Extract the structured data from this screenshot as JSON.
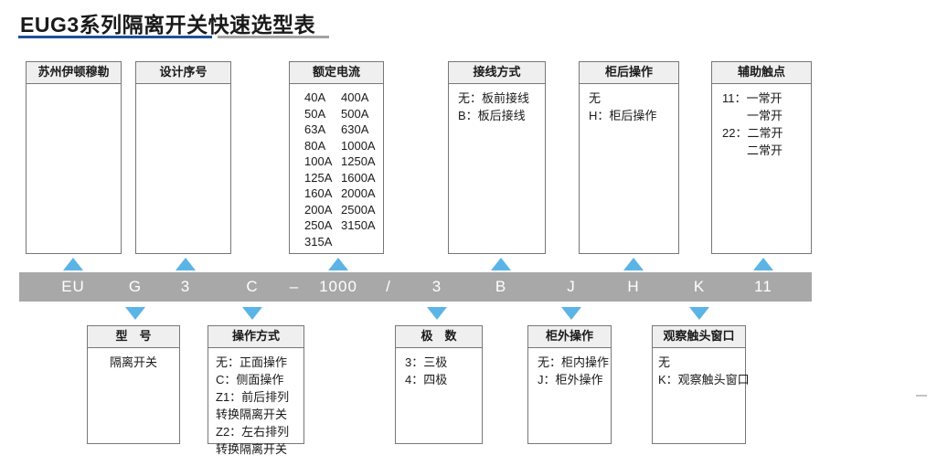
{
  "title": "EUG3系列隔离开关快速选型表",
  "colors": {
    "accent_blue": "#1d4f9c",
    "arrow_blue": "#5bb4e6",
    "bar_gray": "#a8a8a8",
    "header_fill": "#efefef"
  },
  "code_bar": {
    "segments": [
      "EU",
      "G",
      "3",
      "C",
      "–",
      "1000",
      "/",
      "3",
      "B",
      "J",
      "H",
      "K",
      "11"
    ]
  },
  "top_boxes": [
    {
      "label": "苏州伊顿穆勒",
      "lines": []
    },
    {
      "label": "设计序号",
      "lines": []
    },
    {
      "label": "额定电流",
      "rows": [
        [
          "40A",
          "400A"
        ],
        [
          "50A",
          "500A"
        ],
        [
          "63A",
          "630A"
        ],
        [
          "80A",
          "1000A"
        ],
        [
          "100A",
          "1250A"
        ],
        [
          "125A",
          "1600A"
        ],
        [
          "160A",
          "2000A"
        ],
        [
          "200A",
          "2500A"
        ],
        [
          "250A",
          "3150A"
        ],
        [
          "315A",
          ""
        ]
      ]
    },
    {
      "label": "接线方式",
      "lines": [
        "无：板前接线",
        "B：板后接线"
      ]
    },
    {
      "label": "柜后操作",
      "lines": [
        "无",
        "H：柜后操作"
      ]
    },
    {
      "label": "辅助触点",
      "lines": [
        "11：一常开",
        "一常开",
        "22：二常开",
        "二常开"
      ]
    }
  ],
  "bottom_boxes": [
    {
      "label": "型　号",
      "lines": [
        "隔离开关"
      ]
    },
    {
      "label": "操作方式",
      "lines": [
        "无：正面操作",
        "C：侧面操作",
        "Z1：前后排列",
        "转换隔离开关",
        "Z2：左右排列",
        "转换隔离开关"
      ]
    },
    {
      "label": "极　数",
      "lines": [
        "3：三极",
        "4：四极"
      ]
    },
    {
      "label": "柜外操作",
      "lines": [
        "无：柜内操作",
        "J：柜外操作"
      ]
    },
    {
      "label": "观察触头窗口",
      "lines": [
        "无",
        "K：观察触头窗口"
      ]
    }
  ]
}
